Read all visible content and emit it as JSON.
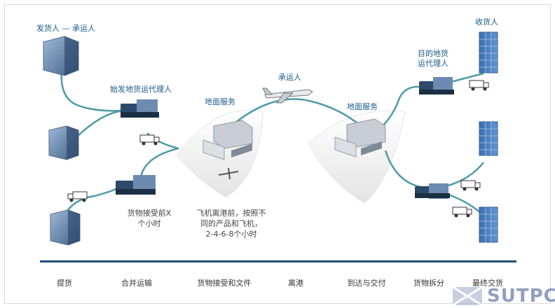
{
  "labels": {
    "shipper": "发货人 — 承运人",
    "origin_agent": "始发地货运代理人",
    "ground_service_1": "地面服务",
    "carrier": "承运人",
    "ground_service_2": "地面服务",
    "dest_agent": "目的地货\n运代理人",
    "consignee": "收货人"
  },
  "notes": {
    "cargo_acceptance": "货物接受前X\n个小时",
    "before_departure": "飞机离港前，按照不\n同的产品和飞机，\n2-4-6-8个小时"
  },
  "stages": [
    "提货",
    "合并运输",
    "货物接受和文件",
    "离港",
    "到达与交付",
    "货物拆分",
    "最终交货"
  ],
  "watermark": "SUTPC",
  "colors": {
    "flow": "#4f9aa6",
    "baseline": "#1e4f7a",
    "label": "#1a5a86",
    "fan": "#e2e2e2"
  }
}
